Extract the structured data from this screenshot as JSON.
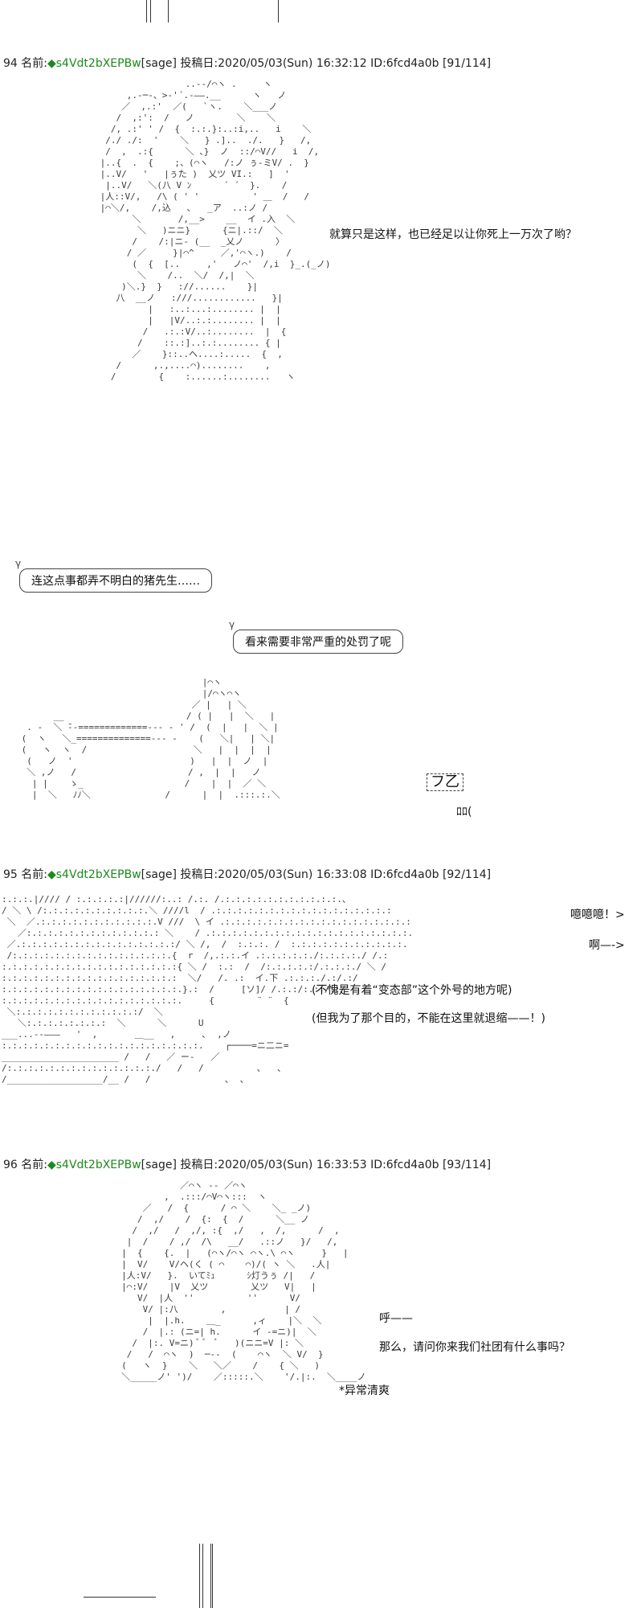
{
  "posts": [
    {
      "number": "94",
      "name_label": "名前:",
      "trip": "◆s4Vdt2bXEPBw",
      "mail": "[sage]",
      "posted_label": "投稿日:",
      "datetime": "2020/05/03(Sun) 16:32:12",
      "id": "ID:6fcd4a0b",
      "count": "[91/114]",
      "dialogue": [
        "就算只是这样，也已经足以让你死上一万次了哟？"
      ],
      "bubbles": [
        "连这点事都弄不明白的猪先生……",
        "看来需要非常严重的处罚了呢"
      ]
    },
    {
      "number": "95",
      "name_label": "名前:",
      "trip": "◆s4Vdt2bXEPBw",
      "mail": "[sage]",
      "posted_label": "投稿日:",
      "datetime": "2020/05/03(Sun) 16:33:08",
      "id": "ID:6fcd4a0b",
      "count": "[92/114]",
      "dialogue": [
        "噫噫噫！>",
        "啊—->",
        "(不愧是有着“变态部”这个外号的地方呢)",
        "(但我为了那个目的，不能在这里就退缩——！)"
      ]
    },
    {
      "number": "96",
      "name_label": "名前:",
      "trip": "◆s4Vdt2bXEPBw",
      "mail": "[sage]",
      "posted_label": "投稿日:",
      "datetime": "2020/05/03(Sun) 16:33:53",
      "id": "ID:6fcd4a0b",
      "count": "[93/114]",
      "dialogue": [
        "呼——",
        "那么，请问你来我们社团有什么事吗？",
        "*异常清爽"
      ]
    }
  ],
  "ascii_art": {
    "a1": "                 ..--/⌒ヽ .     ヽ\n      ,.-─-、>-'´.-――.__      ヽ   ノ\n     ／  ,.:'  ／(   `ヽ.    ＼___ノ\n    /  ,:':  /   ノ        ＼    ＼\n   /, .:' ' /  {  :.:.}:..:i,..   i    ＼\n  /./ ./:  '    ＼   } .]..  ./.   }   /,\n  /  ,  .:{      ＼ 、}  ノ  ::/⌒V//   i  /,\n |..{  .  {    ;、(⌒ヽ   /:ノ ぅ-ミV/ .  }\n |..V/   '   |ぅた )  乂ツ VI.:   ]  '\n  |..V/   ＼(八 V ﾝ      ´ ´  }.    /\n |人::V/,   /\\ ( ' '          ' ＿  /   /\n |⌒＼/,    /,込   ､   _ア  ..:ノ /\n       ＼       /,__>    __  イ .入  ＼\n        ＼   )ニニ}      {ニ|.::/  ＼\n       /    /:|ニ- (__  _乂ノ      〉\n      / ／     }|⌒^     ／,'⌒ヽ.)    /\n       (  {  [..     ,'   ノ⌒'  /,i  }_.(_ノ)\n        ＼    /..  ＼/  /,|  ＼\n     )＼.}  }   ://......    }|\n    八  __ノ   :///............   }|\n          |   :..:...:........ |  |\n          |   |V/..:.:........ |  |\n         /   .:.:V/..:........  |  {\n        /    ::.:]..:.:........ { |\n       ／    }::..ヘ....:.....  {  ,\n    /      ,.,....⌒)........    ,\n   /        {    :......:........   ヽ",
    "a2": "                                   |⌒ヽ\n                                   |/⌒ヽ⌒ヽ\n                                 ／ |   | ＼\n       __                       / ( |   |  ＼   |\n  . -  ＼ ̄--=============--- - ' /  (  |   |  ＼ |\n (  ヽ   ＼_==============--- -    (   ＼|   | ＼|\n (   ヽ  ヽ  /                    ＼   |  |  |  |\n  (   ノ  '                      )   |  |  ノ  |\n  ＼ ,ノ   /                     / ,  |  |   ノ \n   | |    ゝ_                   /    |  |  ／ ＼ \n   |  ＼   ﾉﾉ＼              /      |  |  .:::.:.＼",
    "a3": ":.:.:.|//// / :.:.:.:.:|//////:..: /.:. /.:.:.:.:.:.:.:.:.:.:.:.、\n/ ＼ \\ /:.:.:.:.:.:.:.:.:.:.＼ ////l  / .:.:.:.:.:.:.:.:.:.:.:.:.:.:.:.:.:\n ＼  ／.:.:.:.:.:.:.:.:.:.:.:.V ///  \\ イ .:.:.:.:.:.:.:.:.:.:.:.:.:.:.:.:.:.:\n   ／:.:.:.:.:.:.:.:.:.:.:.:.: ＼    / .:.:.:.:.:.:.:.:.:.:.:.:.:.:.:.:.:.:.:.\n ／.:.:.:.:.:.:.:.:.:.:.:.:.:.:.:/ ＼ /,  /  :.:.:. /  :.:.:.:.:.:.:.:.:.:.:.\n /:.:.:.:.:.:.:.:.:.:.:.:.:.:.:.{  r  /,.:.:.イ .:.:.:.:.:./:.:.:.:./ /.:\n:.:.:.:.:.:.:.:.:.:.:.:.:.:.:.:.:{ ＼ /  :.:  /  /:.:.:.:.:/.:.:.:./ ＼ /\n:.:.:.:.:.:.:.:.:.:.:.:.:.:.:.:.:  ＼/   /. .:  イ.下 .:.:.:./.:/.:/\n:.:.:.:.:.:.:.:.:.:.:.:.:.:.:.:.:.}.:  /     [ソ]/ /.:.:/:.:./.:/\n:.:.:.:.:.:.:.:.:.:.:.:.:.:.:.:.:.     {        ¨ ¨  {\n ＼:.:.:.:.:.:.:.:.:.:.:.:/  ＼\n   ＼:.:.:.:.:.:.:.:  ＼      ＼      U\n___...--―――   '  ,       ＿__   ,     ､  ,ノ\n:.:.:.:.:.:.:.:.:.:.:.:.:.:.:.:.:.:.:.    ┌────=ニ二ニ=\n______________________ /   /   ／ ー-   ／\n/:.:.:.:.:.:.:.:.:.:.:.:.:.:./   /   /          ､   ､\n/__________________/__ /   /              ､  ､",
    "a4": "                ／⌒ヽ ‐‐ ／⌒ヽ\n             ,  .:::/⌒V⌒ヽ:::  ヽ\n         ／   /  {      / ⌒ ＼    ＼_ _ノ)\n        /  ,/    /  {:  {  /      ＼__ ノ\n       /  ,/   /  ,/, :{  ,/   ,  /,      /  ,\n      |  /    / ,/  /\\   __/   .::ノ   }/   /,\n     |  {    {.  |   (⌒ヽ/⌒ヽ ⌒ヽ.\\ ⌒ヽ     }   |\n     |  V/    V/ヘ(く ( ⌒    ⌒)/( ヽ ＼   .人|\n     |人:V/   }.  いてﾐｭ      ｼ灯うぅ /|   /\n     |⌒:V/    |V  乂ツ        乂ツ   V|   |\n        V/  |人  ''          ''      V/ \n         V/ |:八        ,           | /\n          |  |.h.    ＿_      ,ィ    |＼  ＼\n         /  |.: (ニ=| h.      イ -=ニ)|  ＼\n       /  |:. V=ニ) ﾞ ﾞ  ﾞ   )(ニニ=V |: ＼\n      /   /  ⌒ヽ  )  ─--  (    ⌒ヽ  ＼ V/  }\n     (   ヽ  }    ＼   ＼／    /    { ＼   )\n     ＼_____ノ' ')/    ／:::::.＼    '/.|:.  ＼____ノ"
  }
}
